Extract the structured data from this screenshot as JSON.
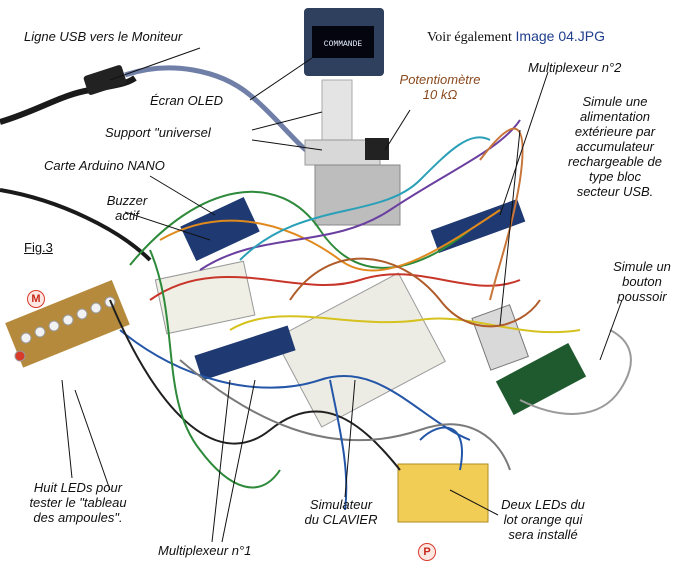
{
  "labels": {
    "usb_line": "Ligne USB vers le Moniteur",
    "oled_screen": "Écran OLED",
    "universal_support": "Support \"universel",
    "arduino_nano": "Carte Arduino NANO",
    "buzzer_line1": "Buzzer",
    "buzzer_line2": "actif",
    "see_also_prefix": "Voir également",
    "see_also_file": "Image 04.JPG",
    "potentiometer_line1": "Potentiomètre",
    "potentiometer_line2": "10 kΩ",
    "mux2": "Multiplexeur n°2",
    "power_sim_lines": [
      "Simule une",
      "alimentation",
      "extérieure par",
      "accumulateur",
      "rechargeable de",
      "type bloc",
      "secteur USB."
    ],
    "figure_label": "Fig.3",
    "button_sim_lines": [
      "Simule un",
      "bouton",
      "poussoir"
    ],
    "eight_leds_lines": [
      "Huit LEDs pour",
      "tester le \"tableau",
      "des ampoules\"."
    ],
    "keyboard_sim_lines": [
      "Simulateur",
      "du CLAVIER"
    ],
    "two_leds_lines": [
      "Deux LEDs du",
      "lot orange qui",
      "sera installé"
    ],
    "mux1": "Multiplexeur n°1",
    "oled_display_text": "COMMANDE"
  },
  "badges": {
    "m": "M",
    "p": "P"
  },
  "colors": {
    "potentiometer_label": "#8a4a1e",
    "file_link": "#1f3e8c",
    "badge": "#d83a2a"
  }
}
